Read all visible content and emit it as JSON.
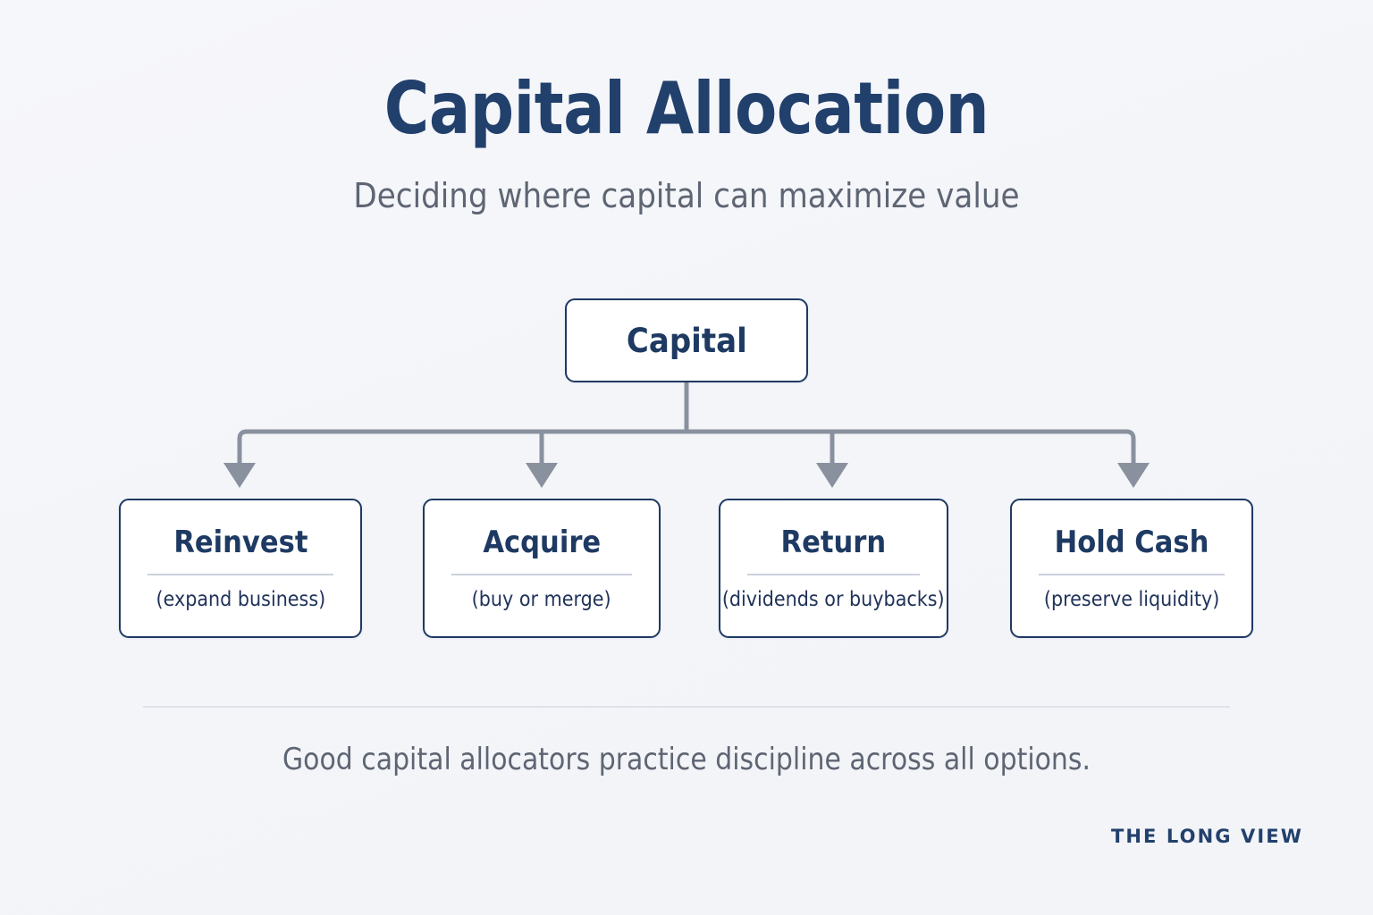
{
  "header": {
    "title": "Capital Allocation",
    "subtitle": "Deciding where capital can maximize value"
  },
  "diagram": {
    "type": "tree",
    "root": {
      "label": "Capital"
    },
    "children": [
      {
        "label": "Reinvest",
        "sublabel": "(expand business)"
      },
      {
        "label": "Acquire",
        "sublabel": "(buy or merge)"
      },
      {
        "label": "Return",
        "sublabel": "(dividends or buybacks)"
      },
      {
        "label": "Hold Cash",
        "sublabel": "(preserve liquidity)"
      }
    ]
  },
  "footer": {
    "note": "Good capital allocators practice discipline across all options.",
    "brand": "THE LONG VIEW"
  },
  "colors": {
    "background": "#f5f6fa",
    "navy": "#1e3a63",
    "title_navy": "#22406c",
    "muted_gray": "#5e6573",
    "connector_gray": "#8a919e",
    "rule_light": "#ccd1dc",
    "footer_rule": "#dfe2ea",
    "node_fill": "#ffffff"
  }
}
